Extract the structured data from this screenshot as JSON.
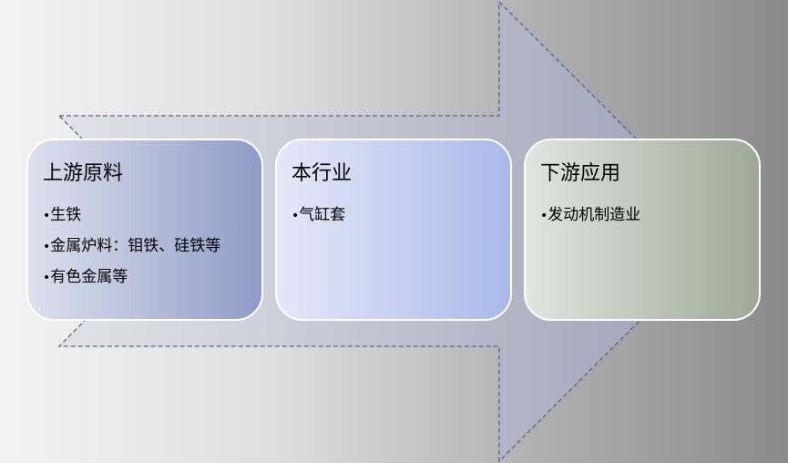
{
  "diagram": {
    "arrow": {
      "fill": "#a9adc4",
      "stroke": "#4a6a94"
    },
    "boxes": [
      {
        "title": "上游原料",
        "items": [
          "生铁",
          "金属炉料：钼铁、硅铁等",
          "有色金属等"
        ]
      },
      {
        "title": "本行业",
        "items": [
          "气缸套"
        ]
      },
      {
        "title": "下游应用",
        "items": [
          "发动机制造业"
        ]
      }
    ],
    "bullet": "•"
  }
}
